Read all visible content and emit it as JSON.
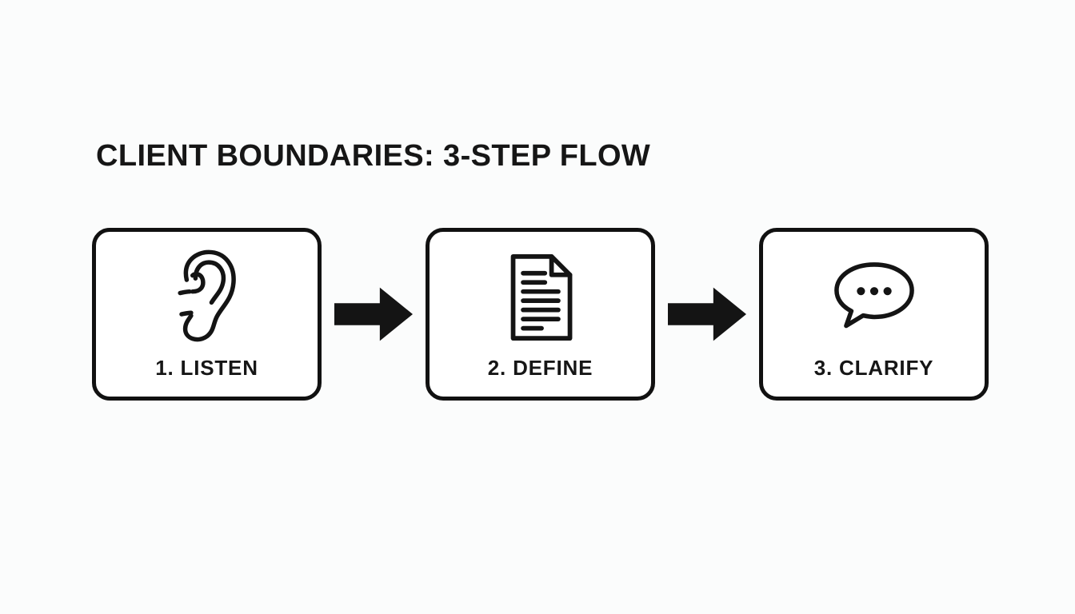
{
  "page": {
    "title": "CLIENT BOUNDARIES: 3-STEP FLOW"
  },
  "flow": {
    "steps": [
      {
        "label": "1. LISTEN",
        "icon": "ear-icon"
      },
      {
        "label": "2. DEFINE",
        "icon": "document-icon"
      },
      {
        "label": "3. CLARIFY",
        "icon": "speech-bubble-icon"
      }
    ],
    "connector": "right-arrow"
  },
  "colors": {
    "ink": "#141414",
    "background": "#fbfcfc",
    "box_fill": "#ffffff"
  }
}
